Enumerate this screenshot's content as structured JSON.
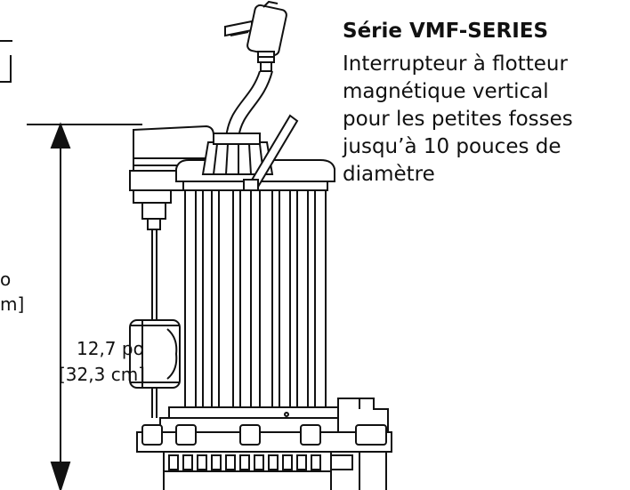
{
  "title": "Série VMF-SERIES",
  "description_lines": [
    "Interrupteur à flotteur",
    "magnétique vertical",
    "pour les petites fosses",
    "jusqu’à 10 pouces de",
    "diamètre"
  ],
  "dimension": {
    "value_in": "12,7 po",
    "value_cm": "[32,3 cm]"
  },
  "cropped_left_dimension": {
    "line1_fragment": "o",
    "line2_fragment": "m]"
  },
  "colors": {
    "line": "#111111",
    "background": "#ffffff"
  }
}
